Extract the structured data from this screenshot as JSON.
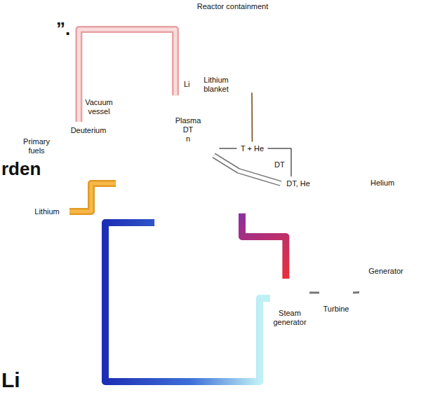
{
  "diagram": {
    "nodes": [
      {
        "text": [
          "Reactor containment"
        ]
      },
      {
        "text": [
          "Deuterium"
        ]
      },
      {
        "text": [
          "Lithium blanket",
          "Li"
        ],
        "in": 0
      },
      {
        "text": [
          "Plasma DT",
          "n"
        ],
        "in": 2
      },
      {
        "text": [
          "T + He"
        ],
        "in": 2
      },
      {
        "text": [
          "DT, He"
        ],
        "in": 0
      },
      {
        "text": [
          "Lithium"
        ]
      },
      {
        "text": [
          "Steam generator"
        ]
      },
      {
        "text": [
          "Turbine"
        ]
      },
      {
        "text": [
          "Generator"
        ]
      }
    ],
    "edges": [
      {
        "from": 1,
        "to": 3,
        "arrow": "none"
      },
      {
        "from": 6,
        "to": 2,
        "arrow": "none"
      },
      {
        "from": 2,
        "to": 4,
        "arrow": "none"
      },
      {
        "from": 5,
        "to": 4,
        "label": "DT",
        "arrow": "none"
      },
      {
        "from": 3,
        "to": 5,
        "arrow": "none"
      },
      {
        "from": 4,
        "to": 3,
        "arrow": "none"
      },
      {
        "from": 2,
        "to": 7,
        "arrow": "none"
      },
      {
        "from": 7,
        "to": 2,
        "arrow": "none"
      },
      {
        "from": 7,
        "to": 8,
        "arrow": "none"
      },
      {
        "from": 8,
        "to": 9,
        "arrow": "none"
      }
    ],
    "labels": [
      "”.",
      "Primary fuels",
      "Vacuum vessel",
      "Helium",
      "rden",
      "Li"
    ]
  }
}
